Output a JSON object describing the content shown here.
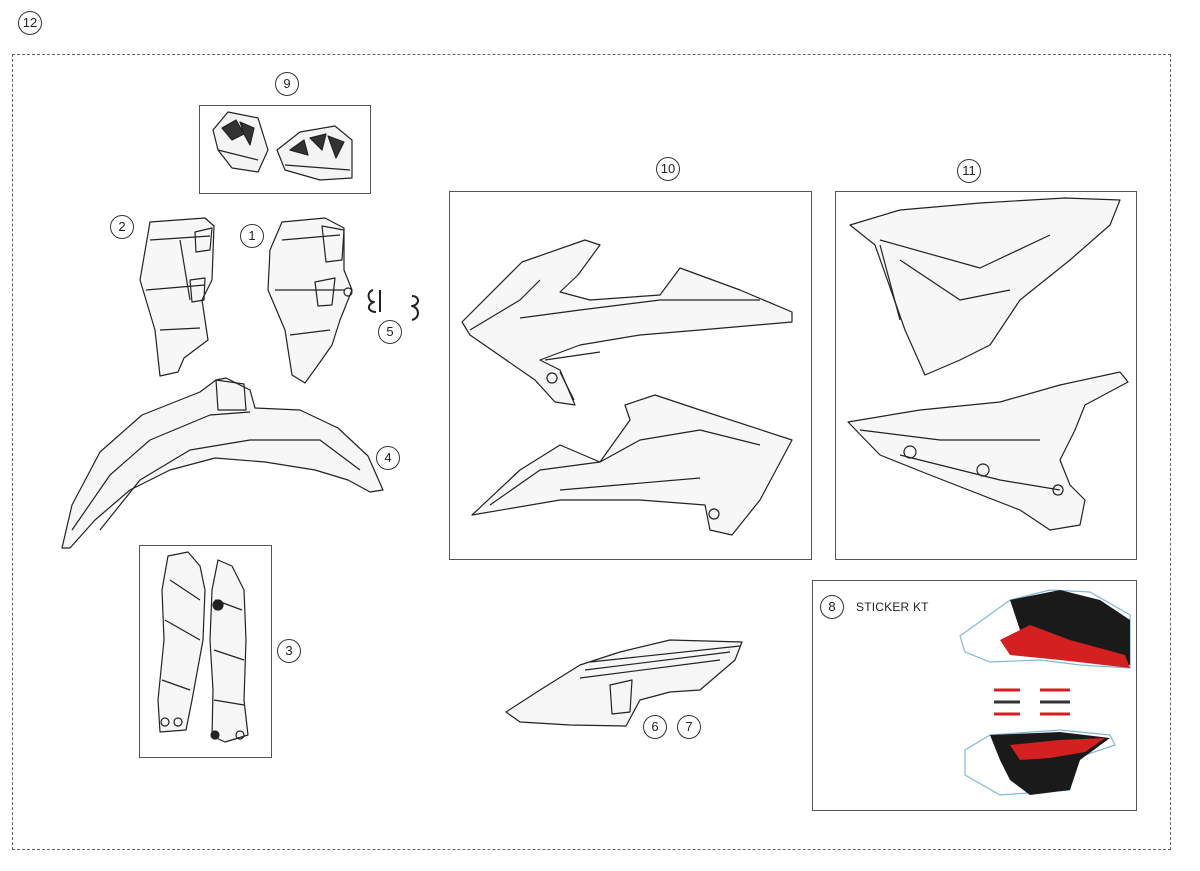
{
  "callouts": {
    "c1": "1",
    "c2": "2",
    "c3": "3",
    "c4": "4",
    "c5": "5",
    "c6": "6",
    "c7": "7",
    "c8": "8",
    "c9": "9",
    "c10": "10",
    "c11": "11",
    "c12": "12"
  },
  "sticker_kit": {
    "label": "STICKER KT",
    "colors": {
      "black": "#1a1a1a",
      "red": "#d42020",
      "blue_outline": "#7fb8d8"
    }
  }
}
